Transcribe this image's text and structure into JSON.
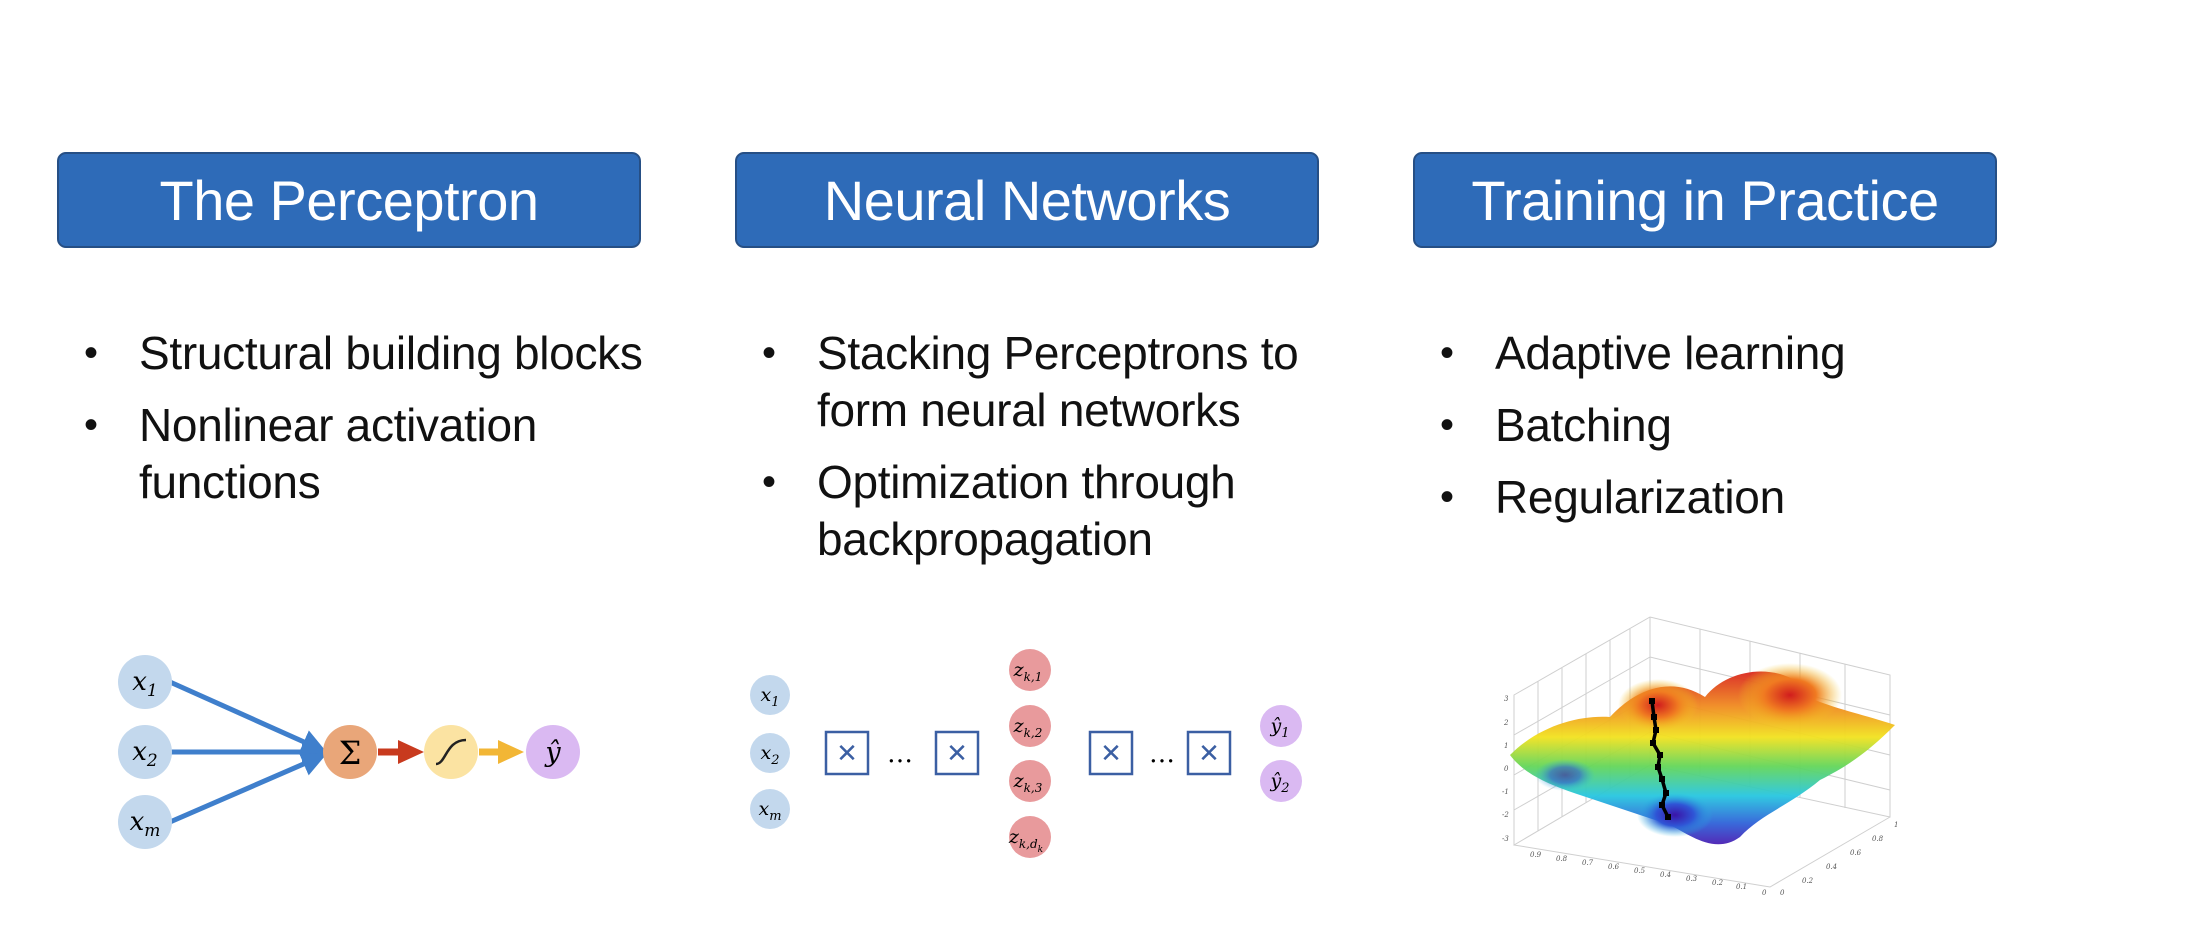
{
  "columns": [
    {
      "title": "The Perceptron",
      "bullets": [
        "Structural building blocks",
        "Nonlinear activation functions"
      ]
    },
    {
      "title": "Neural Networks",
      "bullets": [
        "Stacking Perceptrons to form neural networks",
        "Optimization through backpropagation"
      ]
    },
    {
      "title": "Training in Practice",
      "bullets": [
        "Adaptive learning",
        "Batching",
        "Regularization"
      ]
    }
  ],
  "perceptron": {
    "inputs": [
      {
        "var": "x",
        "sub": "1"
      },
      {
        "var": "x",
        "sub": "2"
      },
      {
        "var": "x",
        "sub": "m"
      }
    ],
    "sum": "Σ",
    "output": {
      "var": "ŷ"
    }
  },
  "network": {
    "inputs": [
      {
        "var": "x",
        "sub": "1"
      },
      {
        "var": "x",
        "sub": "2"
      },
      {
        "var": "x",
        "sub": "m"
      }
    ],
    "hidden": [
      {
        "var": "z",
        "sub": "k,1"
      },
      {
        "var": "z",
        "sub": "k,2"
      },
      {
        "var": "z",
        "sub": "k,3"
      },
      {
        "var": "z",
        "sub": "k,d",
        "subsub": "k"
      }
    ],
    "outputs": [
      {
        "var": "ŷ",
        "sub": "1"
      },
      {
        "var": "ŷ",
        "sub": "2"
      }
    ],
    "ellipsis": "…",
    "cross": "✕"
  },
  "surface_axes": {
    "z_ticks": [
      "3",
      "2",
      "1",
      "0",
      "-1",
      "-2",
      "-3"
    ],
    "x_ticks": [
      "0.9",
      "0.8",
      "0.7",
      "0.6",
      "0.5",
      "0.4",
      "0.3",
      "0.2",
      "0.1",
      "0"
    ],
    "y_ticks": [
      "0",
      "0.2",
      "0.4",
      "0.6",
      "0.8",
      "1"
    ]
  },
  "colors": {
    "header_bg": "#2e6bb8",
    "input_node": "#c3d8ed",
    "sum_node": "#e9a679",
    "activation_node": "#fbe3a2",
    "output_node": "#dab9f2",
    "hidden_node": "#e89a9c",
    "arrow_blue": "#3f7fcc",
    "arrow_red": "#c83a1e",
    "arrow_yellow": "#f2b635"
  }
}
